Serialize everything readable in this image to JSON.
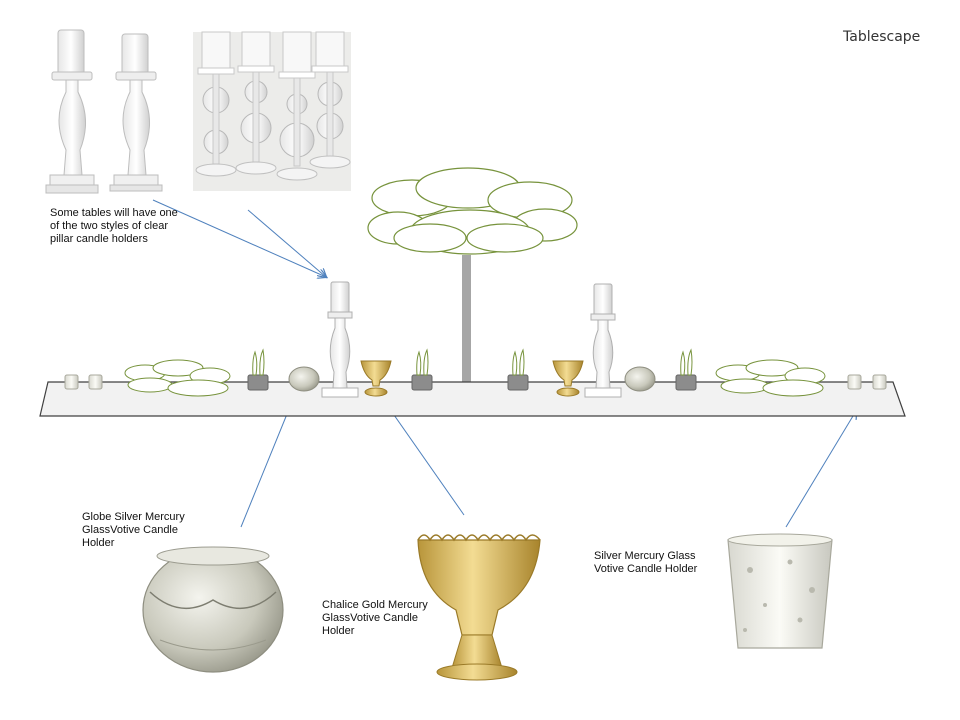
{
  "slide": {
    "title": "Tablescape"
  },
  "notes": {
    "pillar_holders": "Some tables will have one of the two styles of clear  pillar candle holders",
    "globe_votive": "Globe Silver Mercury GlassVotive Candle Holder",
    "chalice_votive": "Chalice Gold Mercury GlassVotive Candle Holder",
    "silver_votive": "Silver Mercury Glass Votive Candle Holder"
  },
  "colors": {
    "arrow": "#4f81bd",
    "greenery": "#77933c",
    "table_fill": "#f2f2f2",
    "table_stroke": "#404040",
    "stand": "#a6a6a6",
    "gold_glass": "#d9b860",
    "silver_glass": "#cfcfc4"
  }
}
